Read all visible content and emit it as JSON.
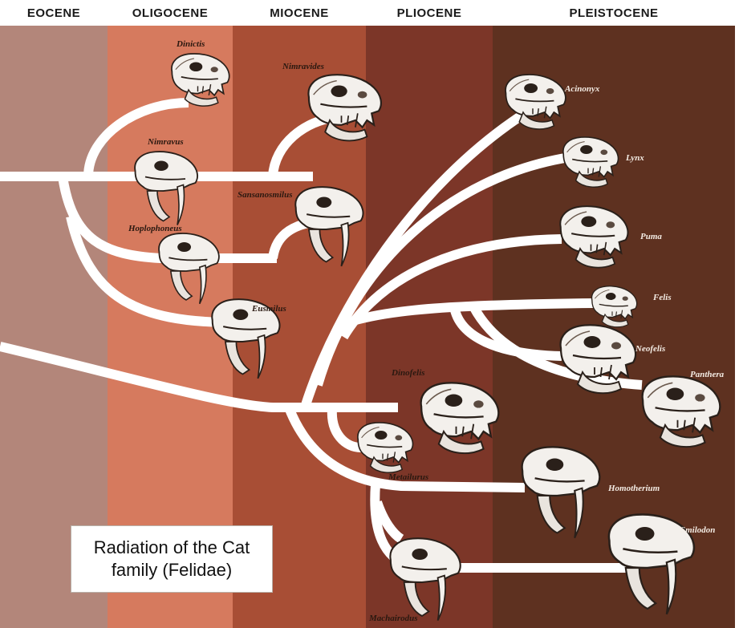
{
  "epochs": [
    {
      "label": "EOCENE",
      "color": "#b3867a"
    },
    {
      "label": "OLIGOCENE",
      "color": "#d67a5e"
    },
    {
      "label": "MIOCENE",
      "color": "#a84e35"
    },
    {
      "label": "PLIOCENE",
      "color": "#7c3628"
    },
    {
      "label": "PLEISTOCENE",
      "color": "#5e3120"
    }
  ],
  "taxa": [
    "Dinictis",
    "Nimravus",
    "Hoplophoneus",
    "Eusmilus",
    "Nimravides",
    "Sansanosmilus",
    "Acinonyx",
    "Lynx",
    "Puma",
    "Felis",
    "Neofelis",
    "Panthera",
    "Dinofelis",
    "Metailurus",
    "Homotherium",
    "Smilodon",
    "Machairodus"
  ],
  "caption": "Radiation of the Cat\nfamily (Felidae)"
}
